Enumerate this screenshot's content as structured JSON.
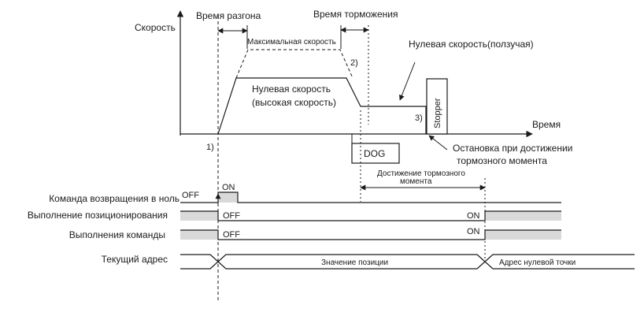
{
  "graph": {
    "axis_speed": "Скорость",
    "axis_time": "Время",
    "accel_time": "Время разгона",
    "decel_time": "Время торможения",
    "max_speed": "Максимальная скорость",
    "zero_speed_high_line1": "Нулевая скорость",
    "zero_speed_high_line2": "(высокая скорость)",
    "zero_speed_creep": "Нулевая скорость(ползучая)",
    "marker_1": "1)",
    "marker_2": "2)",
    "marker_3": "3)",
    "stopper": "Stopper",
    "dog": "DOG",
    "stop_note_line1": "Остановка при достижении",
    "stop_note_line2": "тормозного момента",
    "torque_reach_line1": "Достижение тормозного",
    "torque_reach_line2": "момента"
  },
  "signals": [
    {
      "label": "Команда возвращения в ноль",
      "state_before": "OFF",
      "state_after": "ON"
    },
    {
      "label": "Выполнение позиционирования",
      "state_before": "OFF",
      "state_after": "ON"
    },
    {
      "label": "Выполнения команды",
      "state_before": "OFF",
      "state_after": "ON"
    }
  ],
  "address": {
    "label": "Текущий адрес",
    "position_value": "Значение позиции",
    "zero_point_address": "Адрес нулевой точки"
  }
}
